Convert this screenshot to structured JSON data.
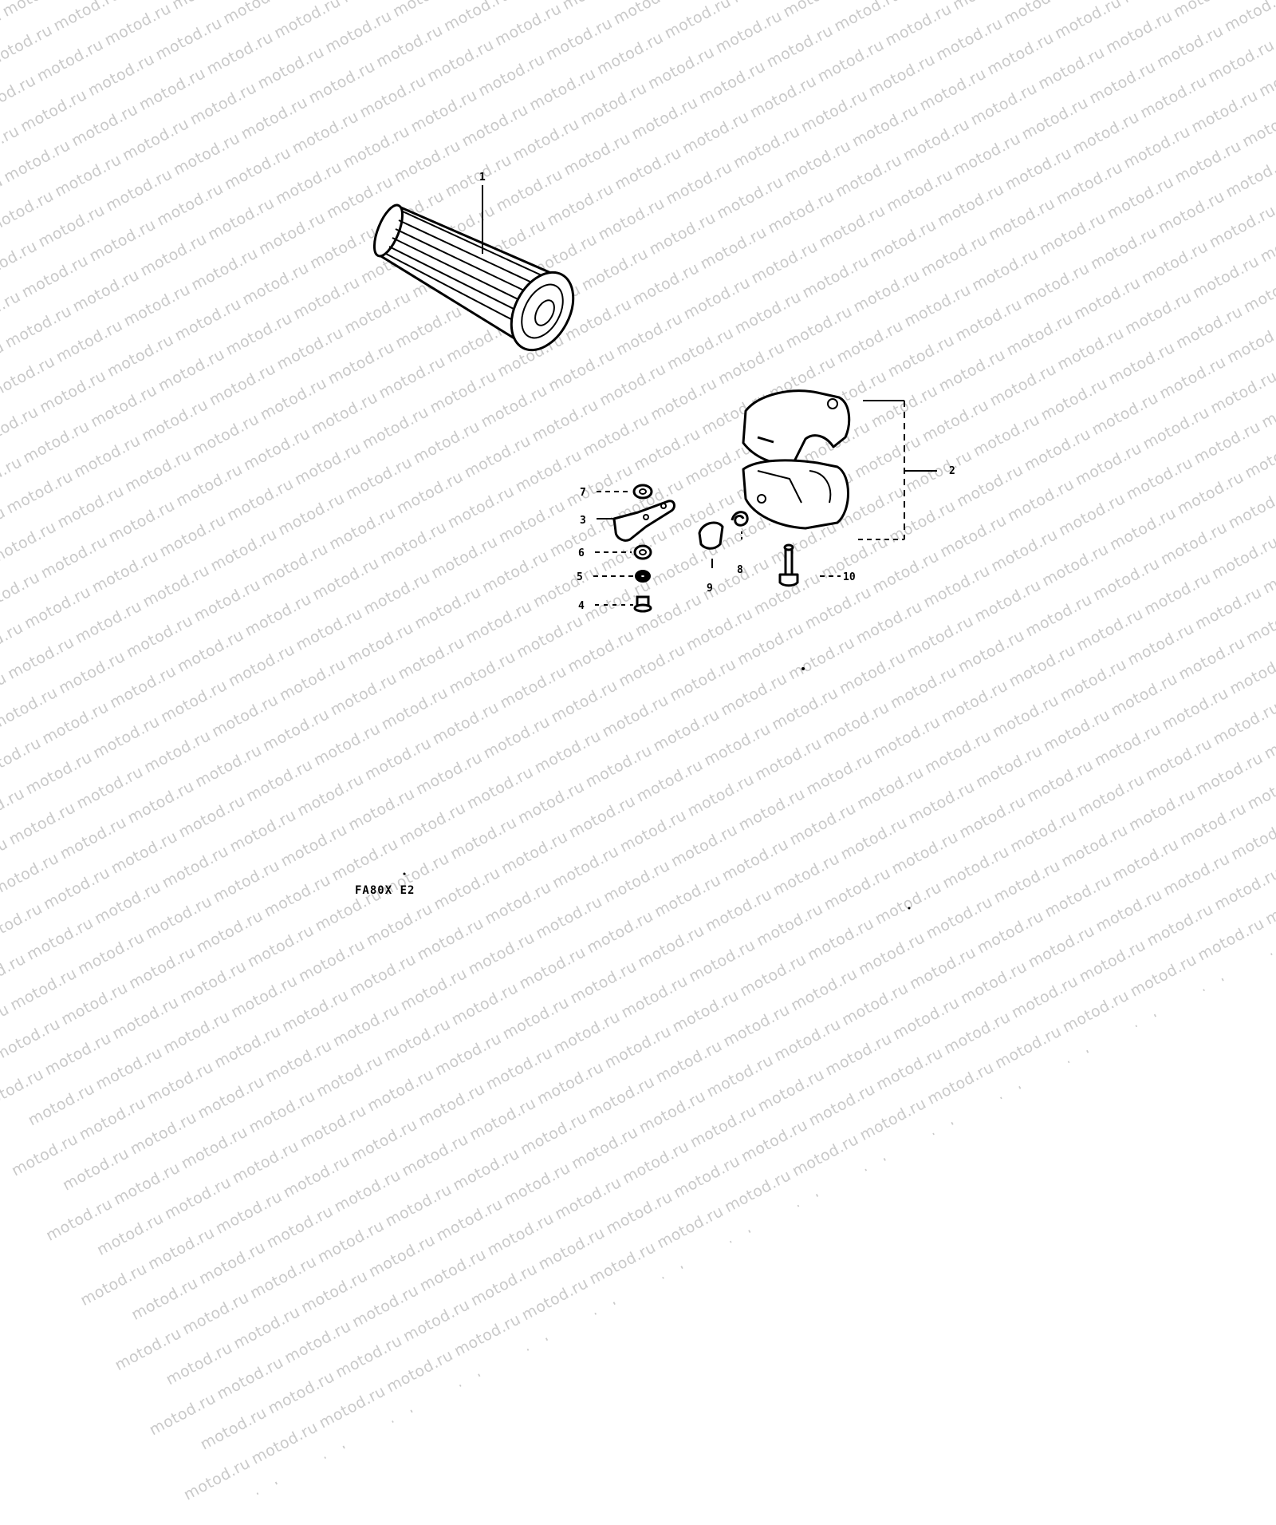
{
  "watermark": {
    "text": "motod.ru"
  },
  "callouts": {
    "c1": "1",
    "c2": "2",
    "c3": "3",
    "c4": "4",
    "c5": "5",
    "c6": "6",
    "c7": "7",
    "c8": "8",
    "c9": "9",
    "c10": "10"
  },
  "model_code": "FA80X E2",
  "parts": [
    {
      "id": "1",
      "icon": "handlebar-grip-icon"
    },
    {
      "id": "2",
      "icon": "switch-housing-icon"
    },
    {
      "id": "3",
      "icon": "lever-bracket-icon"
    },
    {
      "id": "4",
      "icon": "screw-icon"
    },
    {
      "id": "5",
      "icon": "nut-icon"
    },
    {
      "id": "6",
      "icon": "washer-icon"
    },
    {
      "id": "7",
      "icon": "washer-icon"
    },
    {
      "id": "8",
      "icon": "spring-icon"
    },
    {
      "id": "9",
      "icon": "cap-icon"
    },
    {
      "id": "10",
      "icon": "bolt-icon"
    }
  ]
}
